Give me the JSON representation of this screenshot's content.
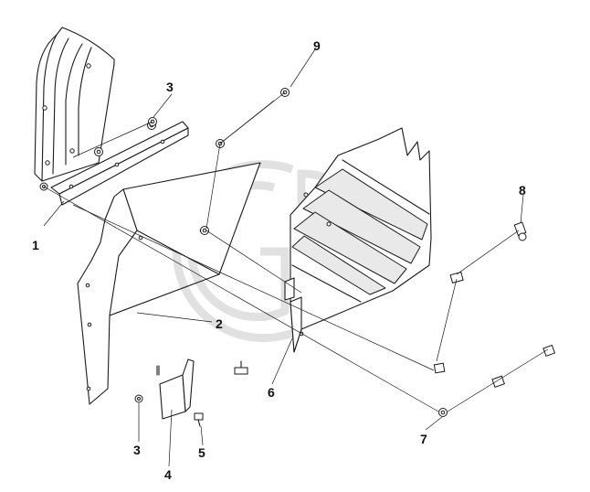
{
  "diagram": {
    "type": "exploded-parts-view",
    "callouts": {
      "c1": "1",
      "c2": "2",
      "c3a": "3",
      "c3b": "3",
      "c4": "4",
      "c5": "5",
      "c6": "6",
      "c7": "7",
      "c8": "8",
      "c9": "9"
    },
    "watermark": "GD",
    "colors": {
      "line": "#1a1a1a",
      "background": "#ffffff",
      "watermark": "#c8c8c8"
    }
  }
}
